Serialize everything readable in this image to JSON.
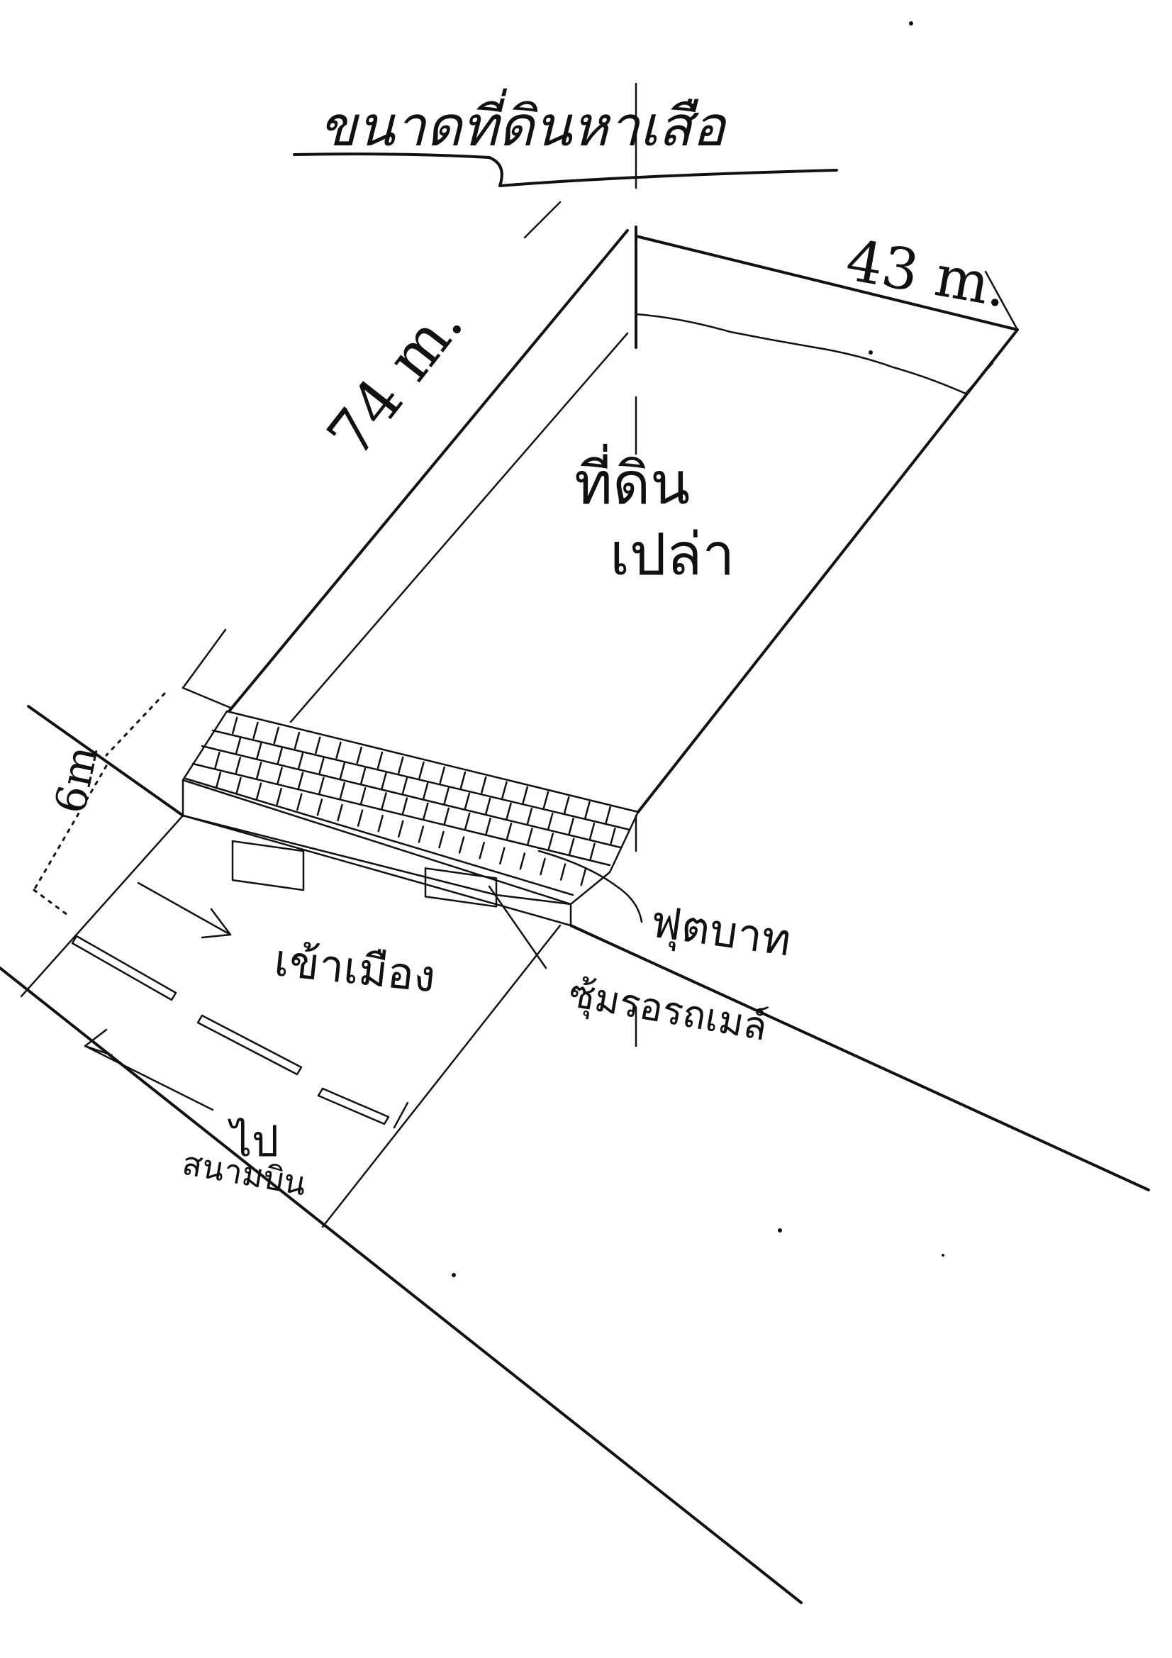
{
  "title": "ขนาดที่ดินหาเสือ",
  "labels": {
    "length": "74 m.",
    "width": "43 m.",
    "land_line1": "ที่ดิน",
    "land_line2": "เปล่า",
    "sidewalk_width": "6m",
    "road_to_city": "เข้าเมือง",
    "road_to_airport_line1": "ไป",
    "road_to_airport_line2": "สนามบิน",
    "sidewalk": "ฟุตบาท",
    "bus_stop": "ซุ้มรอรถเมล์"
  },
  "colors": {
    "ink": "#111111",
    "paper": "#ffffff"
  }
}
